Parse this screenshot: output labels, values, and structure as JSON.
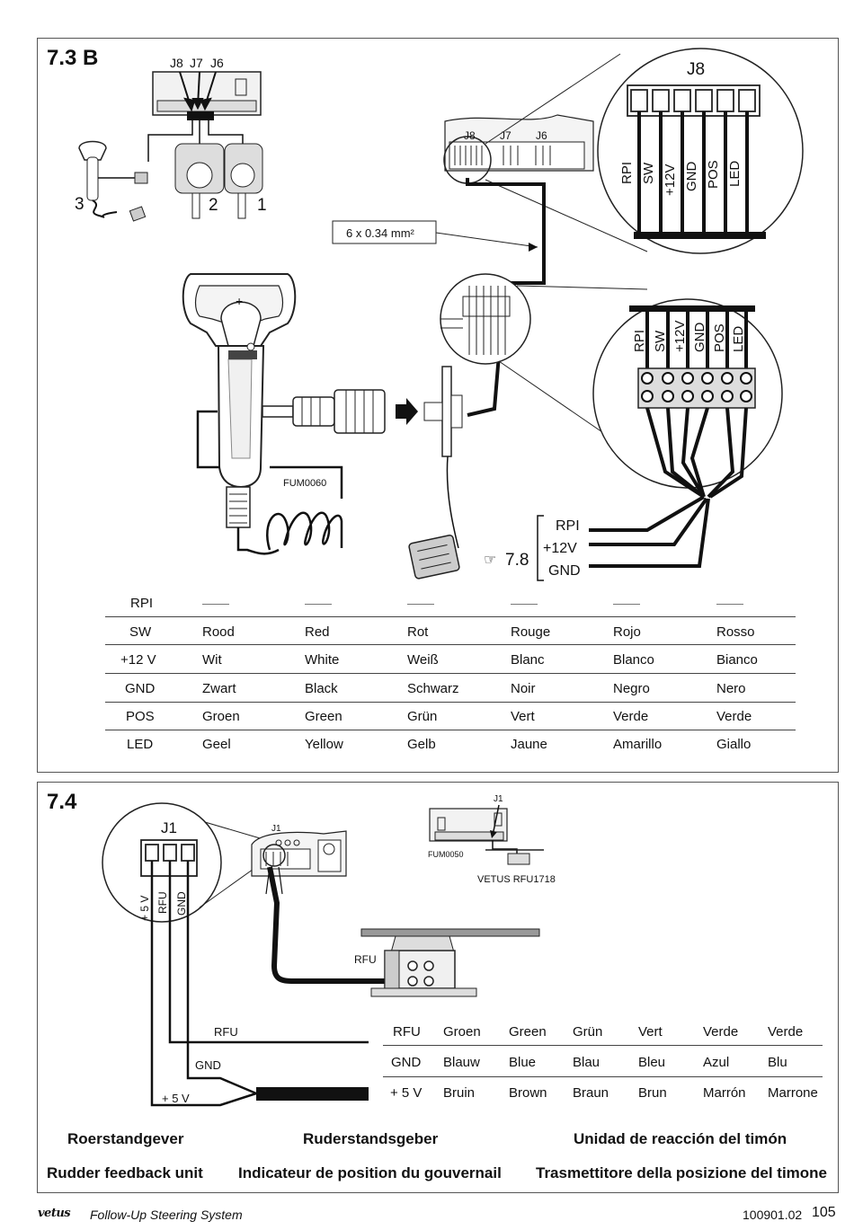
{
  "section_a": {
    "title": "7.3 B",
    "overview_connectors": [
      "J8",
      "J7",
      "J6"
    ],
    "overview_numbers": [
      "3",
      "2",
      "1"
    ],
    "panel_connectors": [
      "J8",
      "J7",
      "J6"
    ],
    "cable_spec": "6 x 0.34 mm²",
    "j8_zoom_title": "J8",
    "j8_pins": [
      "RPI",
      "SW",
      "+12V",
      "GND",
      "POS",
      "LED"
    ],
    "terminal_pins": [
      "RPI",
      "SW",
      "+12V",
      "GND",
      "POS",
      "LED"
    ],
    "part_number": "FUM0060",
    "ref_arrow": "☞",
    "ref_section": "7.8",
    "output_labels": [
      "RPI",
      "+12V",
      "GND"
    ]
  },
  "color_table_a": {
    "rows": [
      {
        "signal": "RPI",
        "cells": [
          "——",
          "——",
          "——",
          "——",
          "——",
          "——"
        ]
      },
      {
        "signal": "SW",
        "cells": [
          "Rood",
          "Red",
          "Rot",
          "Rouge",
          "Rojo",
          "Rosso"
        ]
      },
      {
        "signal": "+12 V",
        "cells": [
          "Wit",
          "White",
          "Weiß",
          "Blanc",
          "Blanco",
          "Bianco"
        ]
      },
      {
        "signal": "GND",
        "cells": [
          "Zwart",
          "Black",
          "Schwarz",
          "Noir",
          "Negro",
          "Nero"
        ]
      },
      {
        "signal": "POS",
        "cells": [
          "Groen",
          "Green",
          "Grün",
          "Vert",
          "Verde",
          "Verde"
        ]
      },
      {
        "signal": "LED",
        "cells": [
          "Geel",
          "Yellow",
          "Gelb",
          "Jaune",
          "Amarillo",
          "Giallo"
        ]
      }
    ]
  },
  "section_b": {
    "title": "7.4",
    "zoom_title": "J1",
    "zoom_pins": [
      "+ 5 V",
      "RFU",
      "GND"
    ],
    "board_label": "J1",
    "unit_label": "J1",
    "unit_part": "FUM0050",
    "sensor_name": "VETUS RFU1718",
    "rfu_wire_label": "RFU",
    "wire_labels": [
      "RFU",
      "GND",
      "+ 5 V"
    ]
  },
  "color_table_b": {
    "rows": [
      {
        "signal": "RFU",
        "cells": [
          "Groen",
          "Green",
          "Grün",
          "Vert",
          "Verde",
          "Verde"
        ]
      },
      {
        "signal": "GND",
        "cells": [
          "Blauw",
          "Blue",
          "Blau",
          "Bleu",
          "Azul",
          "Blu"
        ]
      },
      {
        "signal": "+ 5 V",
        "cells": [
          "Bruin",
          "Brown",
          "Braun",
          "Brun",
          "Marrón",
          "Marrone"
        ]
      }
    ]
  },
  "captions": {
    "nl": "Roerstandgever",
    "de": "Ruderstandsgeber",
    "es": "Unidad de reacción del timón",
    "en": "Rudder feedback unit",
    "fr": "Indicateur de position du gouvernail",
    "it": "Trasmettitore della posizione del timone"
  },
  "footer": {
    "brand": "vetus",
    "title": "Follow-Up Steering System",
    "doc_number": "100901.02",
    "page": "105"
  }
}
